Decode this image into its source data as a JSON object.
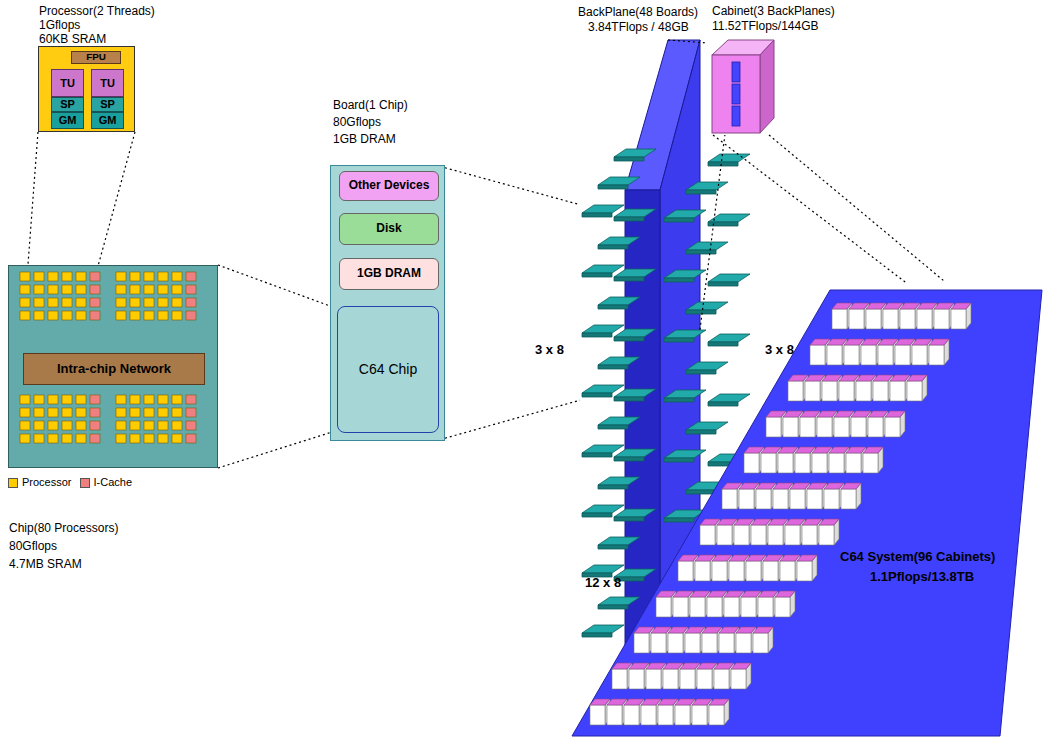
{
  "diagram": {
    "nodes": [
      {
        "text": [
          "Processor(2 Threads)",
          "1Gflops",
          "60KB SRAM"
        ]
      },
      {
        "text": [
          "FPU"
        ],
        "in": 0
      },
      {
        "text": [
          "TU"
        ],
        "in": 0
      },
      {
        "text": [
          "SP"
        ],
        "in": 0
      },
      {
        "text": [
          "GM"
        ],
        "in": 0
      },
      {
        "text": [
          "TU"
        ],
        "in": 0
      },
      {
        "text": [
          "SP"
        ],
        "in": 0
      },
      {
        "text": [
          "GM"
        ],
        "in": 0
      },
      {
        "text": [
          "Chip(80 Processors)",
          "80Gflops",
          "4.7MB SRAM"
        ]
      },
      {
        "text": [
          "Intra-chip Network"
        ],
        "in": 8
      },
      {
        "text": [
          "Board(1 Chip)",
          "80Gflops",
          "1GB DRAM"
        ]
      },
      {
        "text": [
          "Other Devices"
        ],
        "in": 10
      },
      {
        "text": [
          "Disk"
        ],
        "in": 10
      },
      {
        "text": [
          "1GB DRAM"
        ],
        "in": 10
      },
      {
        "text": [
          "C64 Chip"
        ],
        "in": 10
      },
      {
        "text": [
          "BackPlane(48 Boards)",
          "3.84TFlops / 48GB"
        ]
      },
      {
        "text": [
          "Cabinet(3 BackPlanes)",
          "11.52TFlops/144GB"
        ]
      },
      {
        "text": [
          "C64 System(96 Cabinets)",
          "1.1Pflops/13.8TB"
        ]
      }
    ],
    "edges": [
      {
        "from": 0,
        "to": 8,
        "arrow": "none"
      },
      {
        "from": 0,
        "to": 8,
        "arrow": "none"
      },
      {
        "from": 8,
        "to": 14,
        "arrow": "none"
      },
      {
        "from": 8,
        "to": 14,
        "arrow": "none"
      },
      {
        "from": 10,
        "to": 15,
        "arrow": "none"
      },
      {
        "from": 10,
        "to": 15,
        "arrow": "none"
      },
      {
        "from": 15,
        "to": 16,
        "arrow": "none"
      },
      {
        "from": 15,
        "to": 16,
        "arrow": "none"
      },
      {
        "from": 16,
        "to": 17,
        "arrow": "none"
      },
      {
        "from": 16,
        "to": 17,
        "arrow": "none"
      }
    ],
    "labels": [
      "3 x 8",
      "3 x 8",
      "12 x 8"
    ],
    "legend": [
      {
        "text": "Processor",
        "color": "#ffcc00"
      },
      {
        "text": "I-Cache",
        "color": "#f08080"
      }
    ]
  }
}
